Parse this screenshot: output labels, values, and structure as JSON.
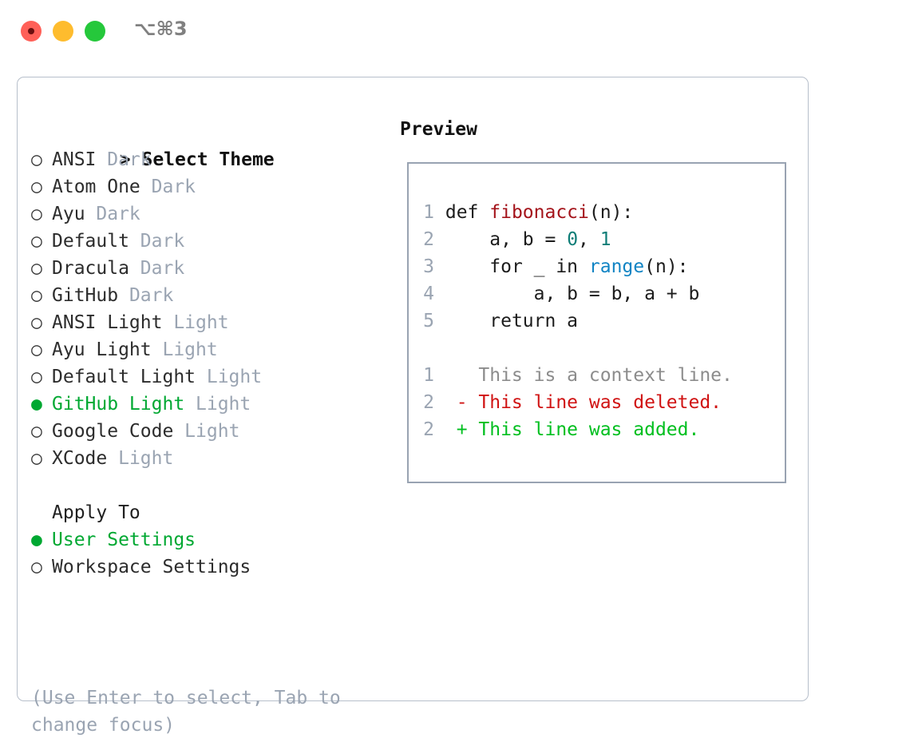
{
  "titlebar": {
    "shortcut": "⌥⌘3",
    "buttons": {
      "close": "close-button",
      "minimize": "minimize-button",
      "maximize": "maximize-button"
    }
  },
  "colors": {
    "selected_green": "#00a832",
    "muted": "#9aa4b2",
    "border": "#b7bfcb",
    "preview_border": "#99a3b2",
    "fn_red": "#a4141b",
    "call_blue": "#1184c4",
    "num_teal": "#0e7d77",
    "diff_add": "#00bf1f",
    "diff_del": "#d01313",
    "diff_ctx": "#8c8c8c"
  },
  "theme_list": {
    "title": "Select Theme",
    "title_prefix": "> ",
    "marker_selected": "●",
    "marker_unselected": "○",
    "items": [
      {
        "name": "ANSI",
        "variant": "Dark",
        "selected": false
      },
      {
        "name": "Atom One",
        "variant": "Dark",
        "selected": false
      },
      {
        "name": "Ayu",
        "variant": "Dark",
        "selected": false
      },
      {
        "name": "Default",
        "variant": "Dark",
        "selected": false
      },
      {
        "name": "Dracula",
        "variant": "Dark",
        "selected": false
      },
      {
        "name": "GitHub",
        "variant": "Dark",
        "selected": false
      },
      {
        "name": "ANSI Light",
        "variant": "Light",
        "selected": false
      },
      {
        "name": "Ayu Light",
        "variant": "Light",
        "selected": false
      },
      {
        "name": "Default Light",
        "variant": "Light",
        "selected": false
      },
      {
        "name": "GitHub Light",
        "variant": "Light",
        "selected": true
      },
      {
        "name": "Google Code",
        "variant": "Light",
        "selected": false
      },
      {
        "name": "XCode",
        "variant": "Light",
        "selected": false
      }
    ]
  },
  "apply_to": {
    "title": "Apply To",
    "options": [
      {
        "name": "User Settings",
        "selected": true
      },
      {
        "name": "Workspace Settings",
        "selected": false
      }
    ]
  },
  "hint": "(Use Enter to select, Tab to change focus)",
  "preview": {
    "label": "Preview",
    "code_lines": [
      {
        "num": "1",
        "segments": [
          {
            "text": "def ",
            "kind": "plain"
          },
          {
            "text": "fibonacci",
            "kind": "fn"
          },
          {
            "text": "(n):",
            "kind": "plain"
          }
        ]
      },
      {
        "num": "2",
        "segments": [
          {
            "text": "    a, b = ",
            "kind": "plain"
          },
          {
            "text": "0",
            "kind": "num"
          },
          {
            "text": ", ",
            "kind": "plain"
          },
          {
            "text": "1",
            "kind": "num"
          }
        ]
      },
      {
        "num": "3",
        "segments": [
          {
            "text": "    for _ in ",
            "kind": "plain"
          },
          {
            "text": "range",
            "kind": "call"
          },
          {
            "text": "(n):",
            "kind": "plain"
          }
        ]
      },
      {
        "num": "4",
        "segments": [
          {
            "text": "        a, b = b, a + b",
            "kind": "plain"
          }
        ]
      },
      {
        "num": "5",
        "segments": [
          {
            "text": "    return a",
            "kind": "plain"
          }
        ]
      }
    ],
    "diff_lines": [
      {
        "num": "1",
        "marker": "  ",
        "text": "This is a context line.",
        "kind": "ctx"
      },
      {
        "num": "2",
        "marker": "- ",
        "text": "This line was deleted.",
        "kind": "del"
      },
      {
        "num": "2",
        "marker": "+ ",
        "text": "This line was added.",
        "kind": "add"
      }
    ]
  }
}
